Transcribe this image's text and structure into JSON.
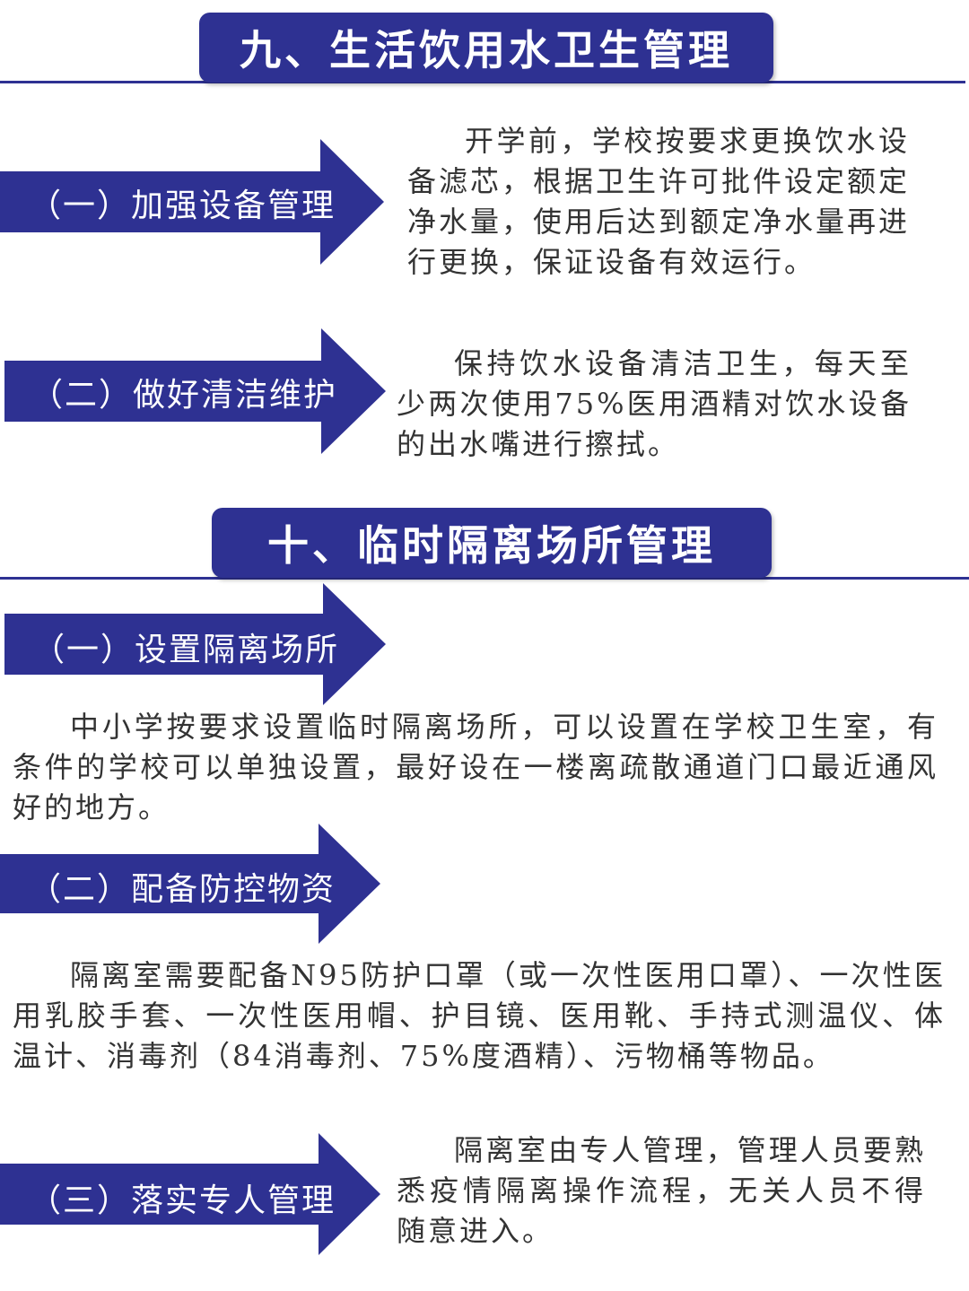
{
  "colors": {
    "accent": "#2e3192",
    "text": "#333333"
  },
  "section9": {
    "title": "九、生活饮用水卫生管理",
    "items": [
      {
        "label": "（一）加强设备管理",
        "text": "开学前，学校按要求更换饮水设备滤芯，根据卫生许可批件设定额定净水量，使用后达到额定净水量再进行更换，保证设备有效运行。"
      },
      {
        "label": "（二）做好清洁维护",
        "text": "保持饮水设备清洁卫生，每天至少两次使用75%医用酒精对饮水设备的出水嘴进行擦拭。"
      }
    ]
  },
  "section10": {
    "title": "十、临时隔离场所管理",
    "items": [
      {
        "label": "（一）设置隔离场所",
        "text": "中小学按要求设置临时隔离场所，可以设置在学校卫生室，有条件的学校可以单独设置，最好设在一楼离疏散通道门口最近通风好的地方。"
      },
      {
        "label": "（二）配备防控物资",
        "text": "隔离室需要配备N95防护口罩（或一次性医用口罩）、一次性医用乳胶手套、一次性医用帽、护目镜、医用靴、手持式测温仪、体温计、消毒剂（84消毒剂、75%度酒精）、污物桶等物品。"
      },
      {
        "label": "（三）落实专人管理",
        "text": "隔离室由专人管理，管理人员要熟悉疫情隔离操作流程，无关人员不得随意进入。"
      }
    ]
  }
}
